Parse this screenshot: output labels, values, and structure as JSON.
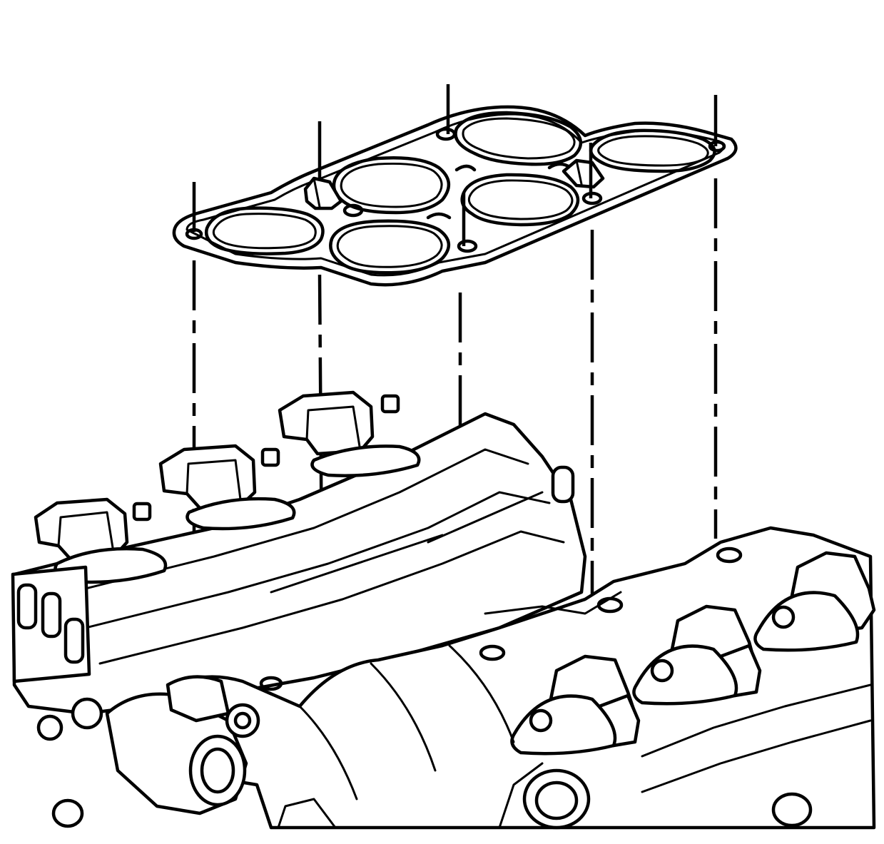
{
  "diagram": {
    "type": "exploded-assembly-line-drawing",
    "parts": [
      "intake-manifold-gasket",
      "engine-lower-intake-area"
    ],
    "ink_color": "#000000",
    "background_color": "#ffffff",
    "alignment_guides": 5
  }
}
